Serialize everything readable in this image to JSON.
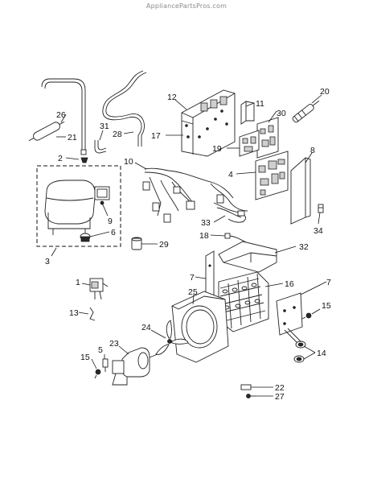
{
  "watermark": "AppliancePartsPros.com",
  "callouts": {
    "c1": "1",
    "c2": "2",
    "c3": "3",
    "c4": "4",
    "c5": "5",
    "c6": "6",
    "c7a": "7",
    "c7b": "7",
    "c8": "8",
    "c9": "9",
    "c10": "10",
    "c11": "11",
    "c12": "12",
    "c13": "13",
    "c14": "14",
    "c15a": "15",
    "c15b": "15",
    "c16": "16",
    "c17": "17",
    "c18": "18",
    "c19": "19",
    "c20": "20",
    "c21": "21",
    "c22": "22",
    "c23": "23",
    "c24": "24",
    "c25": "25",
    "c26": "26",
    "c27": "27",
    "c28": "28",
    "c29": "29",
    "c30": "30",
    "c31": "31",
    "c32": "32",
    "c33": "33",
    "c34": "34"
  }
}
